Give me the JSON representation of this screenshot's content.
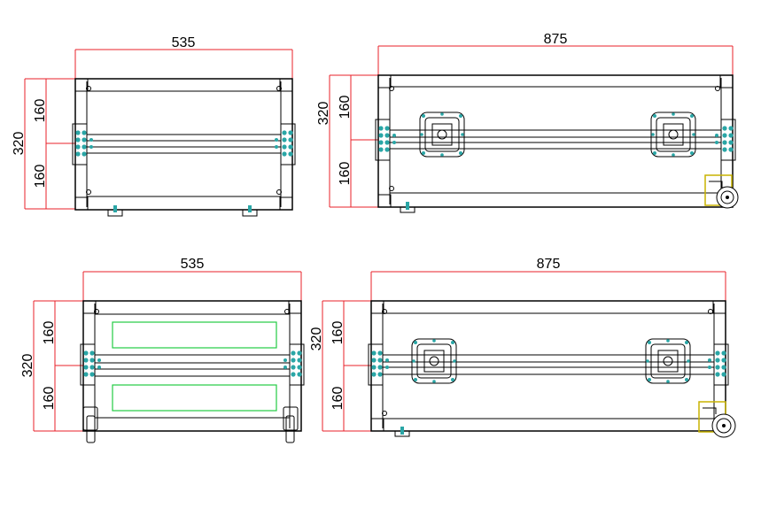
{
  "views": {
    "top_left": {
      "width_label": "535",
      "total_height_label": "320",
      "upper_height_label": "160",
      "lower_height_label": "160"
    },
    "top_right": {
      "width_label": "875",
      "total_height_label": "320",
      "upper_height_label": "160",
      "lower_height_label": "160"
    },
    "bottom_left": {
      "width_label": "535",
      "total_height_label": "320",
      "upper_height_label": "160",
      "lower_height_label": "160"
    },
    "bottom_right": {
      "width_label": "875",
      "total_height_label": "320",
      "upper_height_label": "160",
      "lower_height_label": "160"
    }
  },
  "colors": {
    "dimension_line": "#e8202a",
    "outline": "#000000",
    "hardware": "#2aa6a6",
    "label_panel": "#22cc44",
    "castor": "#c9b400"
  },
  "icons": [
    "butterfly-latch-icon",
    "castor-wheel-icon",
    "corner-bracket-icon",
    "hinge-plate-icon",
    "foot-icon"
  ]
}
